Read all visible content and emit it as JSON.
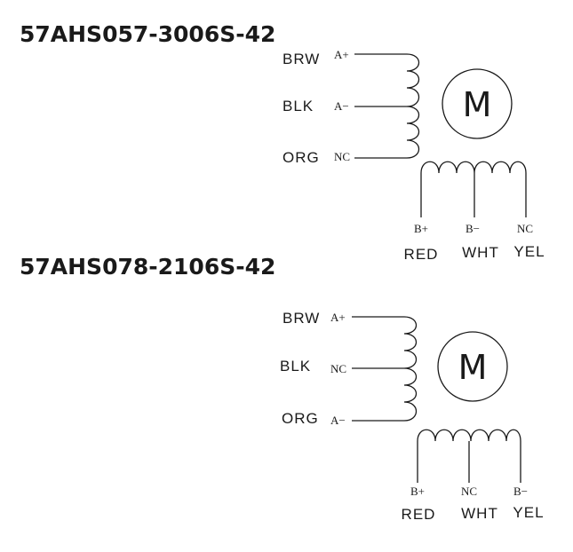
{
  "diagrams": [
    {
      "title": "57AHS057-3006S-42",
      "motor_label": "M",
      "left_wires": [
        {
          "color": "BRW",
          "pin": "A+"
        },
        {
          "color": "BLK",
          "pin": "A−"
        },
        {
          "color": "ORG",
          "pin": "NC"
        }
      ],
      "bottom_wires": [
        {
          "color": "RED",
          "pin": "B+"
        },
        {
          "color": "WHT",
          "pin": "B−"
        },
        {
          "color": "YEL",
          "pin": "NC"
        }
      ]
    },
    {
      "title": "57AHS078-2106S-42",
      "motor_label": "M",
      "left_wires": [
        {
          "color": "BRW",
          "pin": "A+"
        },
        {
          "color": "BLK",
          "pin": "NC"
        },
        {
          "color": "ORG",
          "pin": "A−"
        }
      ],
      "bottom_wires": [
        {
          "color": "RED",
          "pin": "B+"
        },
        {
          "color": "WHT",
          "pin": "NC"
        },
        {
          "color": "YEL",
          "pin": "B−"
        }
      ]
    }
  ]
}
